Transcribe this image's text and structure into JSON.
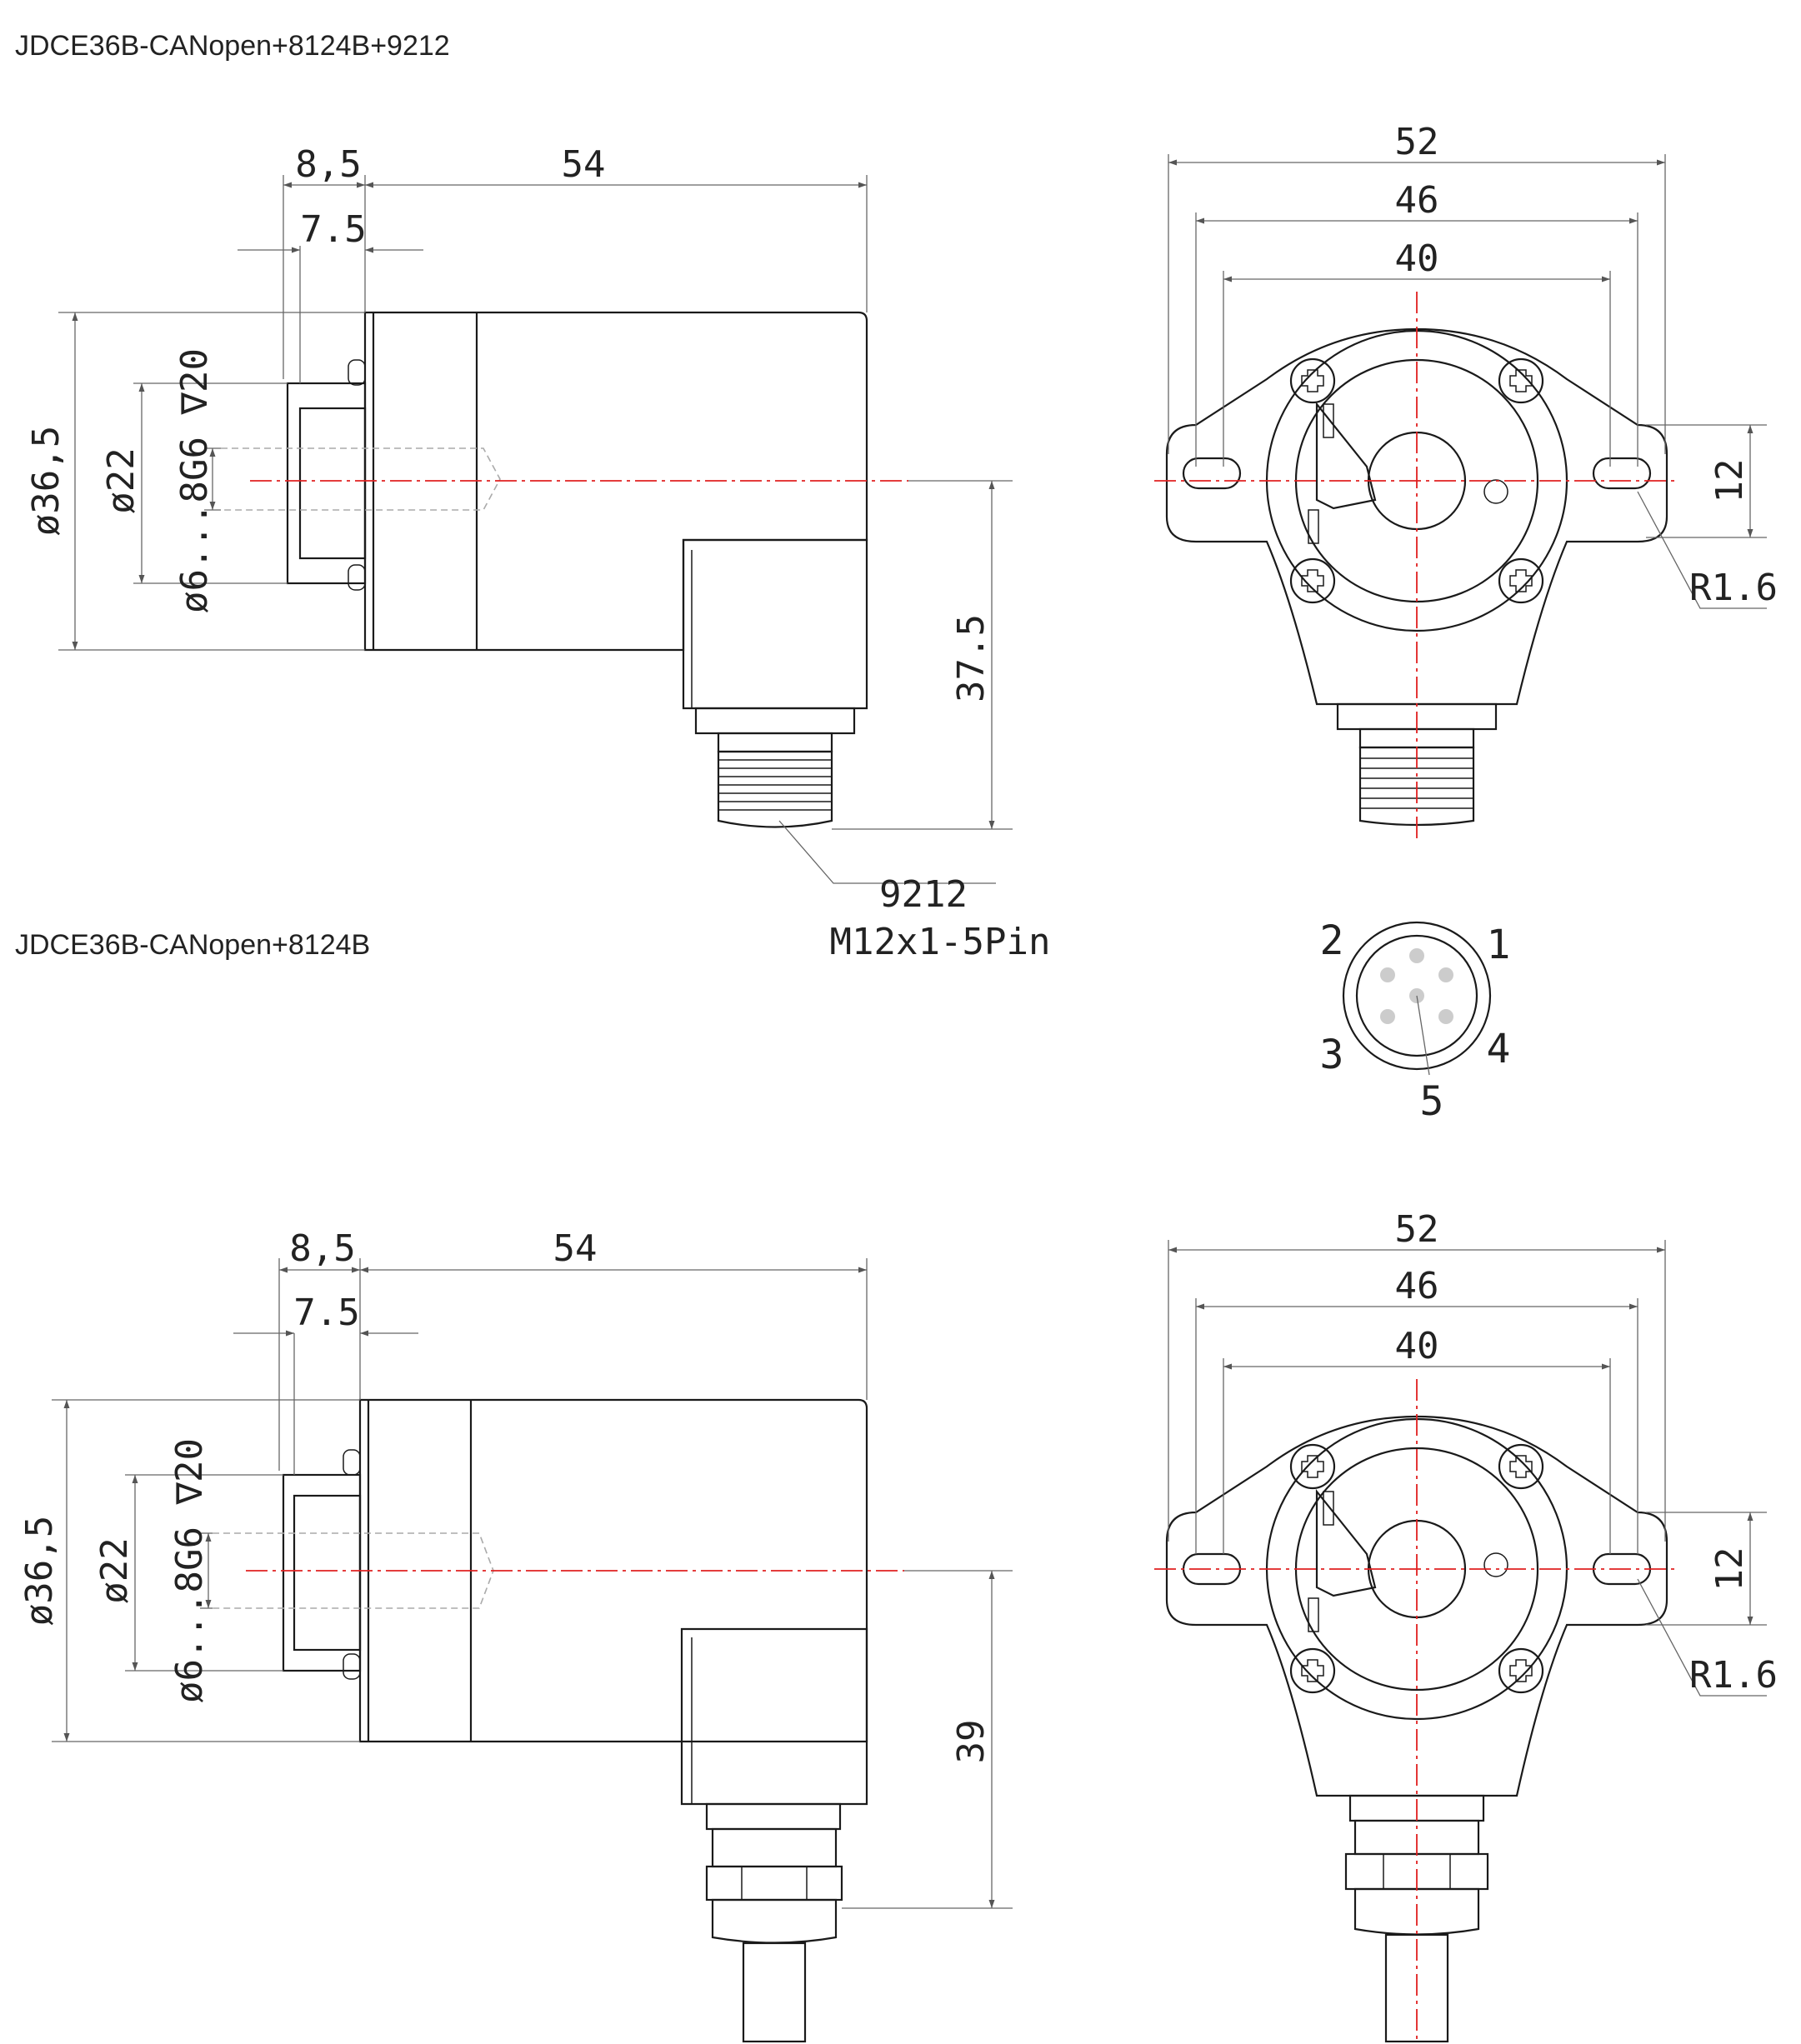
{
  "titles": {
    "top": "JDCE36B-CANopen+8124B+9212",
    "bottom": "JDCE36B-CANopen+8124B"
  },
  "dims": {
    "flange": "8,5",
    "spigot": "7.5",
    "length": "54",
    "body_dia": "ø36,5",
    "spigot_dia": "ø22",
    "shaft": "ø6...8G6 ∇20",
    "height_connector": "37.5",
    "height_gland": "39",
    "w52": "52",
    "w46": "46",
    "w40": "40",
    "slot": "12",
    "radius": "R1.6",
    "connector_model": "9212",
    "connector_spec": "M12x1-5Pin"
  },
  "pins": [
    "1",
    "2",
    "3",
    "4",
    "5"
  ],
  "colors": {
    "centerline": "#e02020",
    "outline": "#1a1a1a",
    "dimension": "#666666",
    "hidden": "#aaaaaa"
  }
}
